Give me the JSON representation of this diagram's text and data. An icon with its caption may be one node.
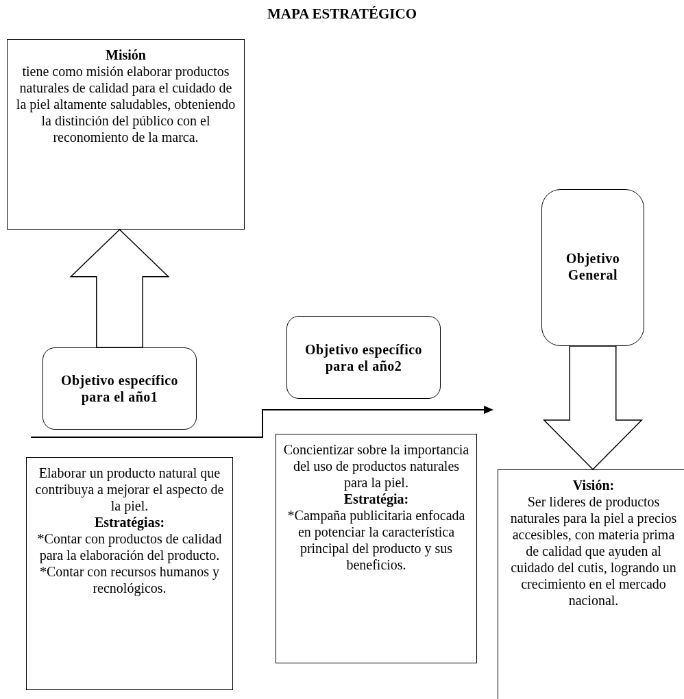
{
  "diagram": {
    "title": "MAPA ESTRATÉGICO",
    "nodes": [
      {
        "text": [
          "Misión",
          "tiene como misión elaborar productos naturales de calidad para el cuidado de la piel altamente saludables, obteniendo la distinción del público con el reconomiento de la marca."
        ]
      },
      {
        "text": [
          "Objetivo específico para el año1"
        ]
      },
      {
        "text": [
          "Elaborar un producto natural que contribuya a mejorar el aspecto de la piel.",
          "Estratégias:",
          "*Contar con productos de calidad para la elaboración del producto.",
          "*Contar con recursos humanos y recnológicos."
        ]
      },
      {
        "text": [
          "Objetivo específico para el año2"
        ]
      },
      {
        "text": [
          "Concientizar sobre la importancia del uso de productos naturales para la piel.",
          "Estratégia:",
          "*Campaña publicitaria enfocada en potenciar la característica principal del producto y sus beneficios."
        ]
      },
      {
        "text": [
          "Objetivo General"
        ]
      },
      {
        "text": [
          "Visión:",
          "Ser lideres de productos naturales para la piel a precios accesibles, con materia prima de calidad que ayuden al cuidado del cutis, logrando un crecimiento en el mercado nacional."
        ]
      }
    ],
    "edges": [
      {
        "from": 1,
        "to": 0,
        "arrow": "to"
      },
      {
        "from": 5,
        "to": 6,
        "arrow": "to"
      }
    ]
  }
}
